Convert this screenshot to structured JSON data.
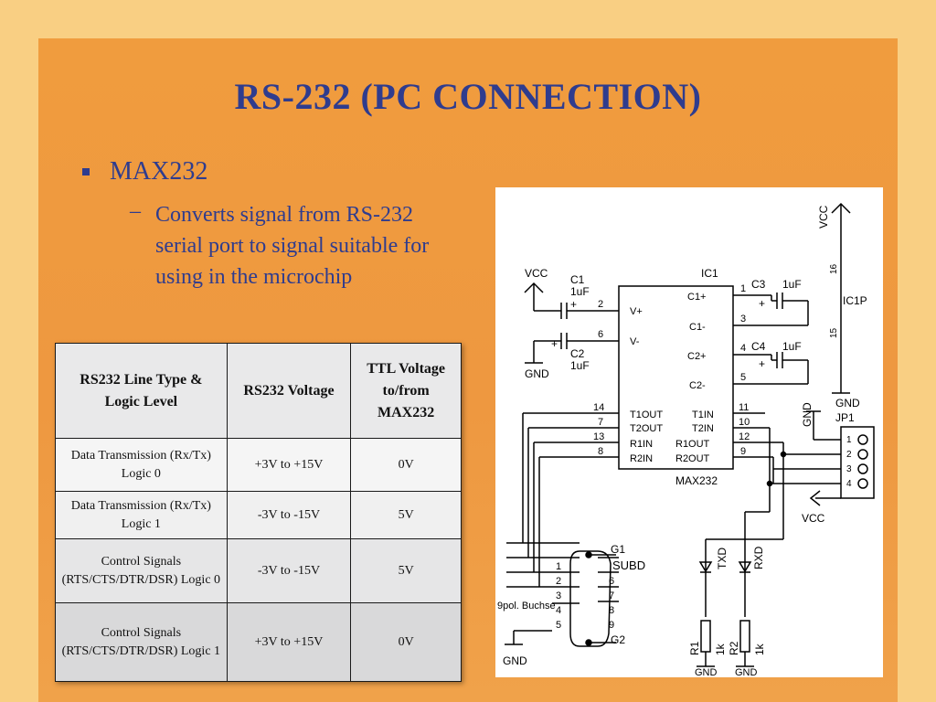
{
  "slide": {
    "title": "RS-232 (PC CONNECTION)",
    "bullet": "MAX232",
    "sub_bullet": "Converts signal from RS-232 serial port to signal suitable for using in the microchip"
  },
  "table": {
    "headers": [
      "RS232 Line Type & Logic Level",
      "RS232 Voltage",
      "TTL Voltage to/from MAX232"
    ],
    "rows": [
      [
        "Data Transmission (Rx/Tx) Logic 0",
        "+3V to +15V",
        "0V"
      ],
      [
        "Data Transmission (Rx/Tx) Logic 1",
        "-3V to -15V",
        "5V"
      ],
      [
        "Control Signals (RTS/CTS/DTR/DSR) Logic 0",
        "-3V to -15V",
        "5V"
      ],
      [
        "Control Signals (RTS/CTS/DTR/DSR) Logic 1",
        "+3V to +15V",
        "0V"
      ]
    ]
  },
  "schematic": {
    "ic_name": "IC1",
    "ic_part": "MAX232",
    "ic_power": "IC1P",
    "vcc": "VCC",
    "gnd": "GND",
    "connector": "SUBD",
    "connector_desc": "9pol. Buchse",
    "g1": "G1",
    "g2": "G2",
    "jumper": "JP1",
    "caps": {
      "c1": "C1",
      "c1_val": "1uF",
      "c2": "C2",
      "c2_val": "1uF",
      "c3": "C3",
      "c3_val": "1uF",
      "c4": "C4",
      "c4_val": "1uF"
    },
    "plus": "+",
    "pins_left": {
      "vplus": "V+",
      "vminus": "V-",
      "t1out": "T1OUT",
      "t2out": "T2OUT",
      "r1in": "R1IN",
      "r2in": "R2IN"
    },
    "pins_right": {
      "c1p": "C1+",
      "c1m": "C1-",
      "c2p": "C2+",
      "c2m": "C2-",
      "t1in": "T1IN",
      "t2in": "T2IN",
      "r1out": "R1OUT",
      "r2out": "R2OUT"
    },
    "pin_numbers": {
      "p1": "1",
      "p2": "2",
      "p3": "3",
      "p4": "4",
      "p5": "5",
      "p6": "6",
      "p7": "7",
      "p8": "8",
      "p9": "9",
      "p10": "10",
      "p11": "11",
      "p12": "12",
      "p13": "13",
      "p14": "14",
      "p15": "15",
      "p16": "16"
    },
    "leds": {
      "txd": "TXD",
      "rxd": "RXD"
    },
    "resistors": {
      "r1": "R1",
      "r2": "R2",
      "val": "1k"
    }
  }
}
